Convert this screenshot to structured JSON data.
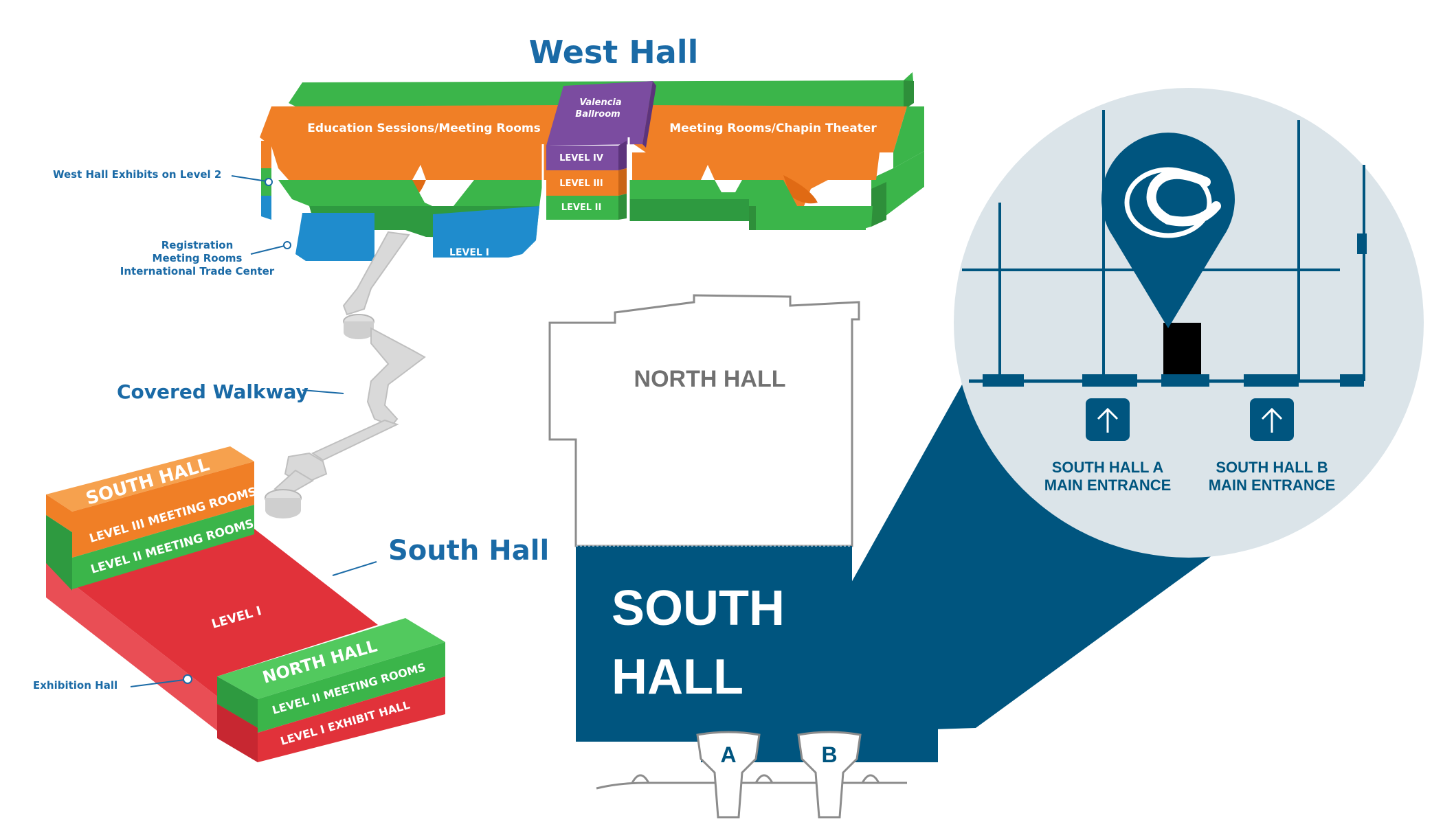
{
  "west_hall": {
    "title": "West Hall",
    "education": "Education Sessions/Meeting Rooms",
    "chapin": "Meeting Rooms/Chapin Theater",
    "valencia_1": "Valencia",
    "valencia_2": "Ballroom",
    "level_iv": "LEVEL IV",
    "level_iii": "LEVEL III",
    "level_ii": "LEVEL II",
    "level_i": "LEVEL I",
    "callout_exhibits": "West Hall Exhibits on Level 2",
    "callout_registration_1": "Registration",
    "callout_registration_2": "Meeting Rooms",
    "callout_registration_3": "International Trade Center"
  },
  "walkway": {
    "label": "Covered Walkway"
  },
  "south_hall_iso": {
    "title": "South Hall",
    "top_label": "SOUTH HALL",
    "level_iii": "LEVEL III MEETING ROOMS",
    "level_ii": "LEVEL II MEETING ROOMS",
    "level_i": "LEVEL I",
    "callout_exhibition": "Exhibition Hall"
  },
  "north_hall_iso": {
    "top_label": "NORTH HALL",
    "level_ii": "LEVEL II MEETING ROOMS",
    "level_i": "LEVEL I EXHIBIT HALL"
  },
  "plan": {
    "north_hall": "NORTH HALL",
    "south_hall_1": "SOUTH",
    "south_hall_2": "HALL",
    "entrance_a": "A",
    "entrance_b": "B"
  },
  "zoom": {
    "entrance_a_1": "SOUTH HALL A",
    "entrance_a_2": "MAIN ENTRANCE",
    "entrance_b_1": "SOUTH HALL B",
    "entrance_b_2": "MAIN ENTRANCE",
    "pin_icon": "location-pin-icon",
    "arrow_icon": "up-arrow-icon"
  },
  "colors": {
    "blue_dark": "#00557f",
    "blue_title": "#1a6aa6",
    "orange": "#f07f26",
    "green": "#3bb54a",
    "blue_light": "#1f8ccd",
    "purple": "#7b4ca0",
    "red": "#e1323a",
    "zoom_bg": "#dbe4e9"
  }
}
